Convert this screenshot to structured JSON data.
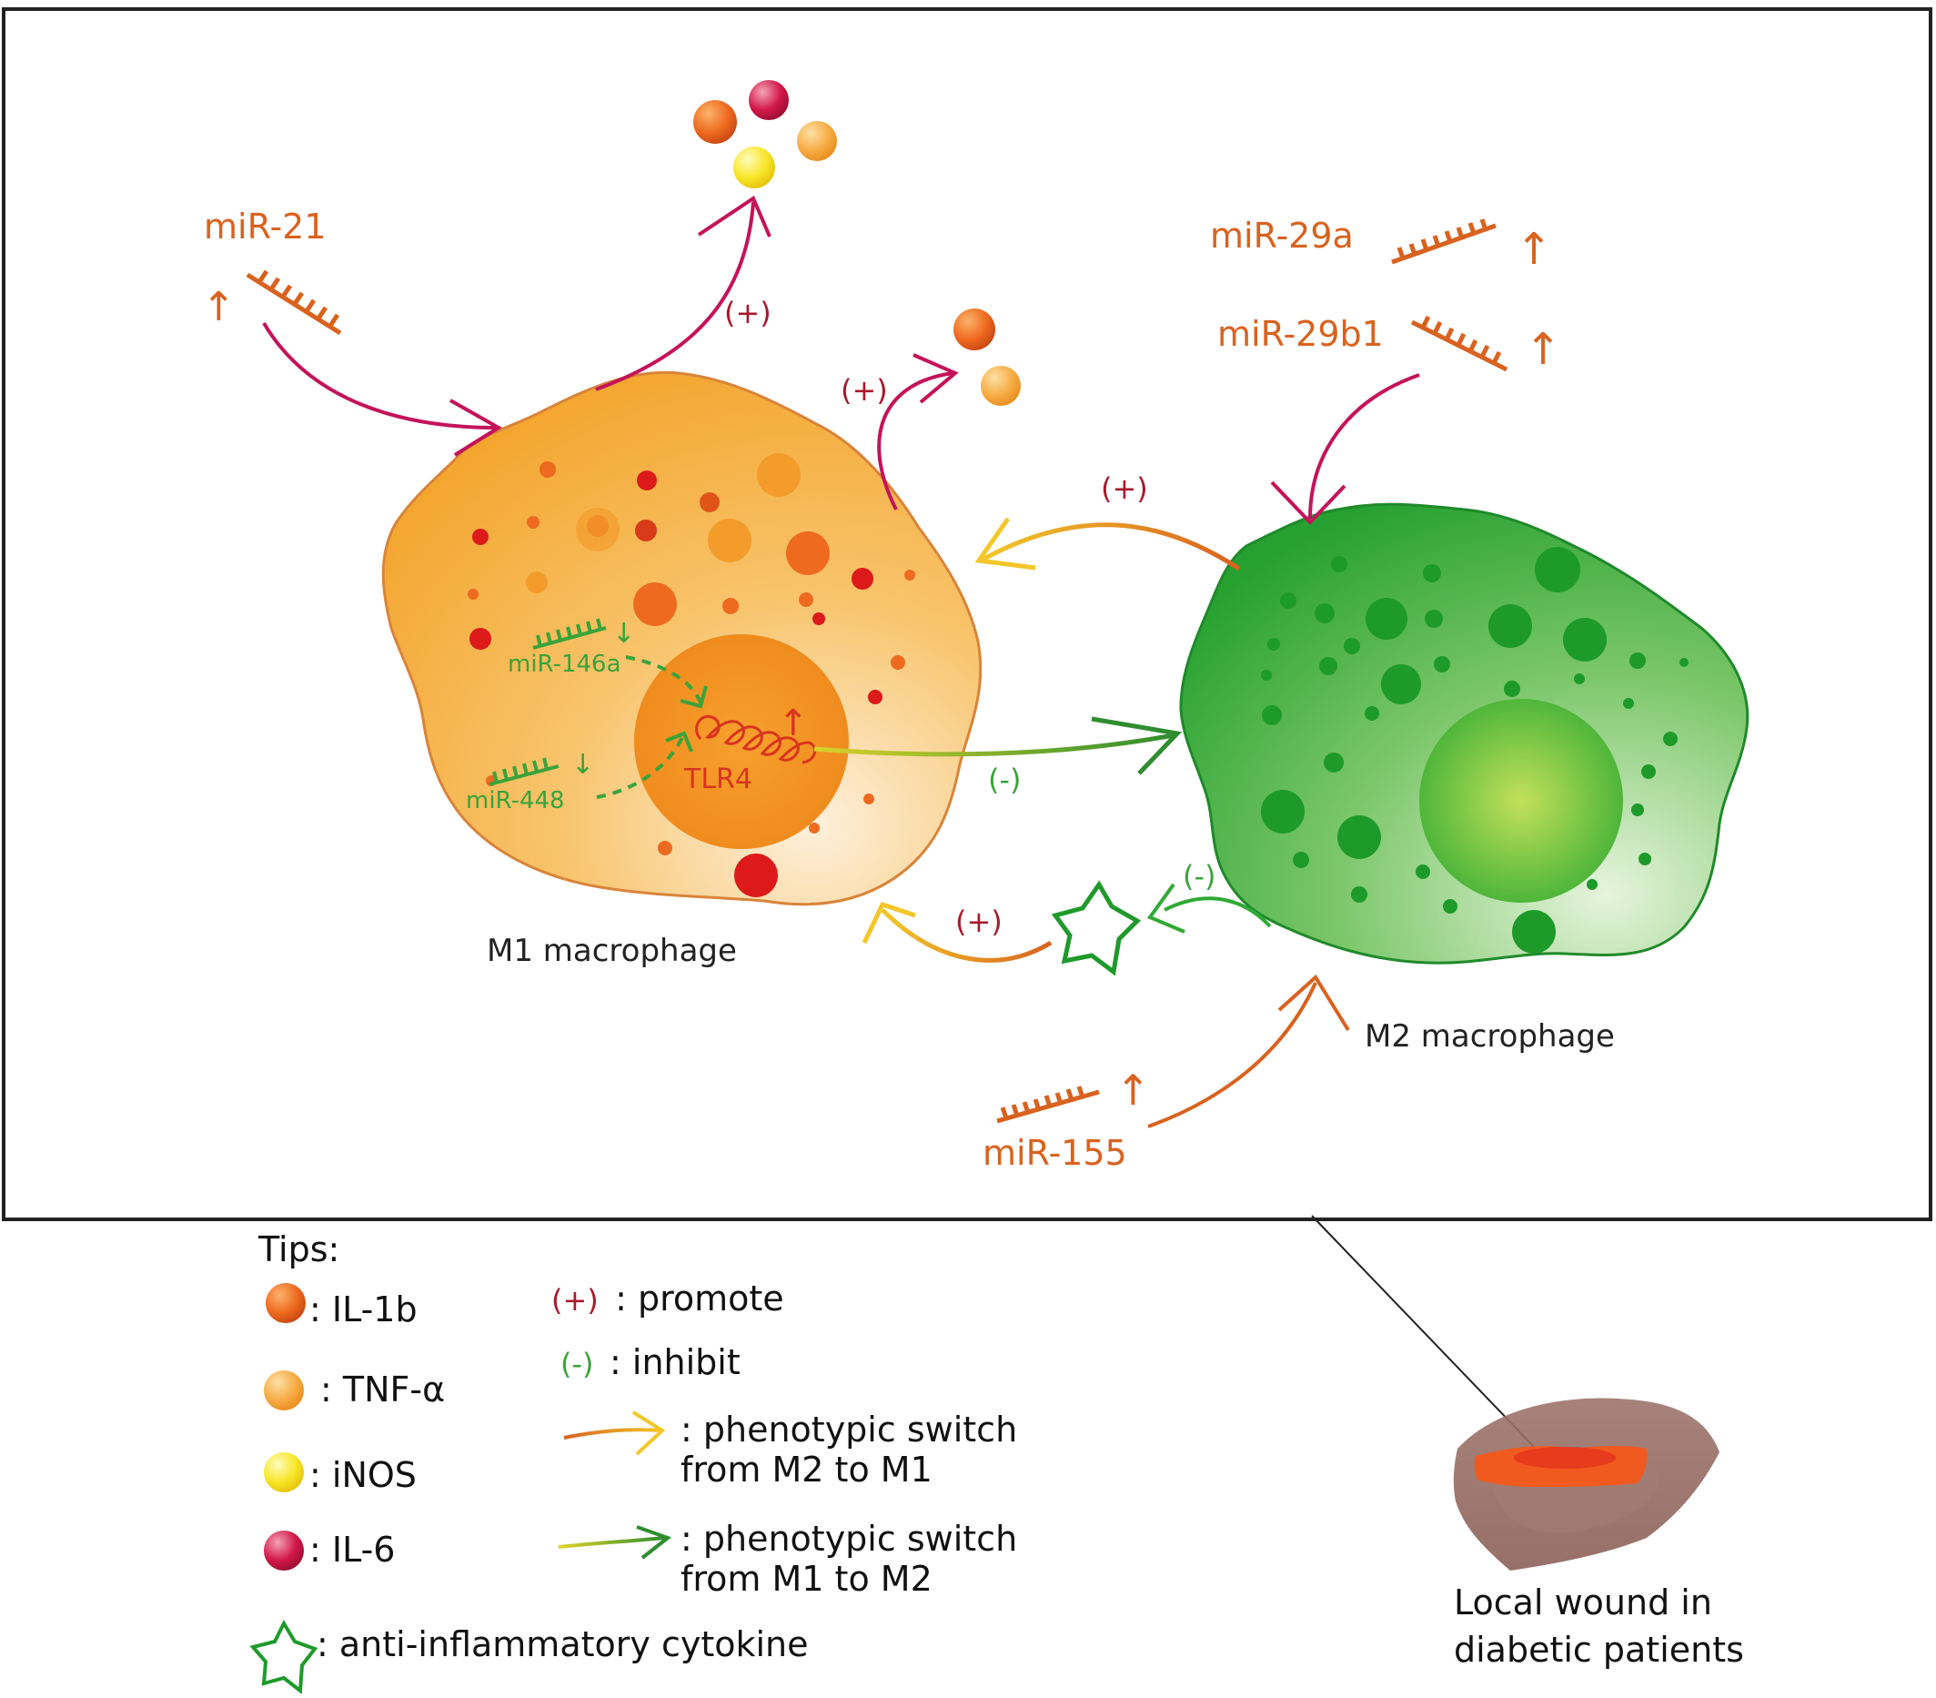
{
  "colors": {
    "mirna": "#d9621f",
    "promote": "#a8182b",
    "inhibit": "#3aa33a",
    "m1_cell": "#f3a73a",
    "m2_cell": "#2f9e3a",
    "wound": "#f05a1e"
  },
  "mirnas": {
    "mir21": "miR-21",
    "mir29a": "miR-29a",
    "mir29b1": "miR-29b1",
    "mir155": "miR-155",
    "mir146a": "miR-146a",
    "mir448": "miR-448",
    "up_arrow": "↑",
    "down_arrow": "↓"
  },
  "labels": {
    "tlr4": "TLR4",
    "plus": "(+)",
    "minus": "(-)",
    "m1": "M1 macrophage",
    "m2": "M2 macrophage",
    "wound_line1": "Local wound in",
    "wound_line2": "diabetic patients"
  },
  "legend": {
    "title": "Tips:",
    "il1b": ": IL-1b",
    "tnfa": ": TNF-α",
    "inos": ": iNOS",
    "il6": ": IL-6",
    "cytokine": ": anti-inflammatory cytokine",
    "promote_symbol": "(+)",
    "promote_text": " : promote",
    "inhibit_symbol": "(-)",
    "inhibit_text": ": inhibit",
    "switch_m2_m1_line1": ": phenotypic switch",
    "switch_m2_m1_line2": "from M2 to M1",
    "switch_m1_m2_line1": ": phenotypic switch",
    "switch_m1_m2_line2": "from M1 to M2"
  }
}
